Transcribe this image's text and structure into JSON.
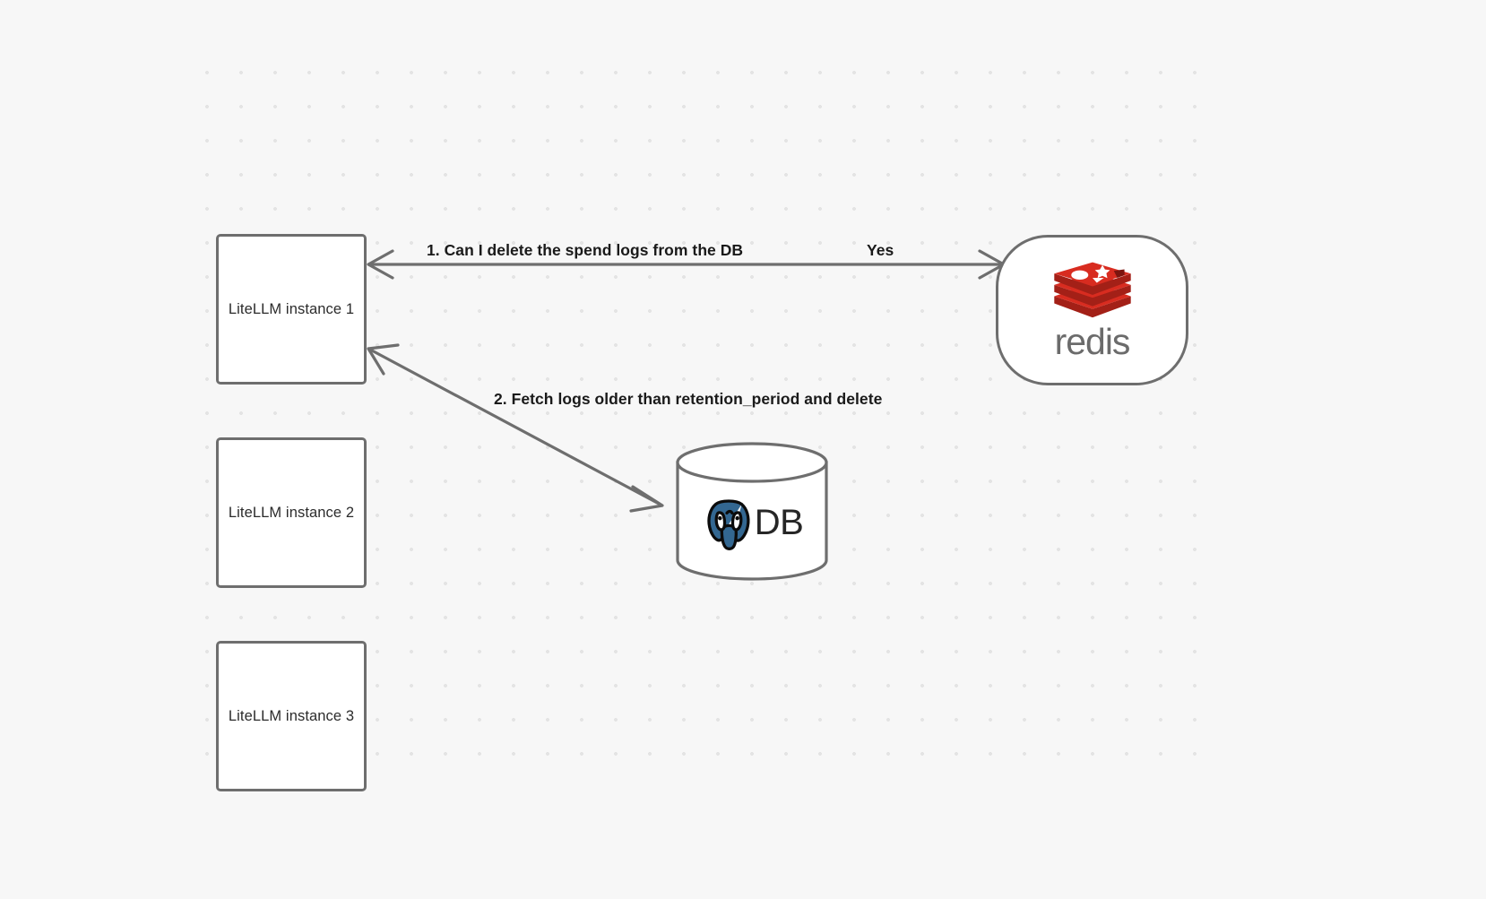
{
  "canvas": {
    "background_color": "#f7f7f7",
    "grid_dot_color": "#e4e4e4"
  },
  "nodes": {
    "instances": [
      {
        "id": "litellm-instance-1",
        "label": "LiteLLM instance 1"
      },
      {
        "id": "litellm-instance-2",
        "label": "LiteLLM instance 2"
      },
      {
        "id": "litellm-instance-3",
        "label": "LiteLLM instance 3"
      }
    ],
    "redis": {
      "id": "redis-node",
      "wordmark": "redis",
      "logo_icon": "redis-stack-icon",
      "brand_color": "#D82C20",
      "wordmark_color": "#6b6b6b"
    },
    "database": {
      "id": "postgres-db-node",
      "label": "DB",
      "logo_icon": "postgresql-elephant-icon",
      "brand_color": "#336791",
      "shape": "cylinder"
    }
  },
  "edges": [
    {
      "id": "edge-instance1-redis-request",
      "label": "1.  Can I delete the spend logs from the DB",
      "from": "litellm-instance-1",
      "to": "redis-node",
      "direction": "bidirectional"
    },
    {
      "id": "edge-redis-instance1-response",
      "label": "Yes",
      "from": "redis-node",
      "to": "litellm-instance-1",
      "direction": "to-instance"
    },
    {
      "id": "edge-db-instance1-fetch",
      "label": "2.  Fetch logs older than retention_period and delete",
      "from": "litellm-instance-1",
      "to": "postgres-db-node",
      "direction": "bidirectional"
    }
  ]
}
